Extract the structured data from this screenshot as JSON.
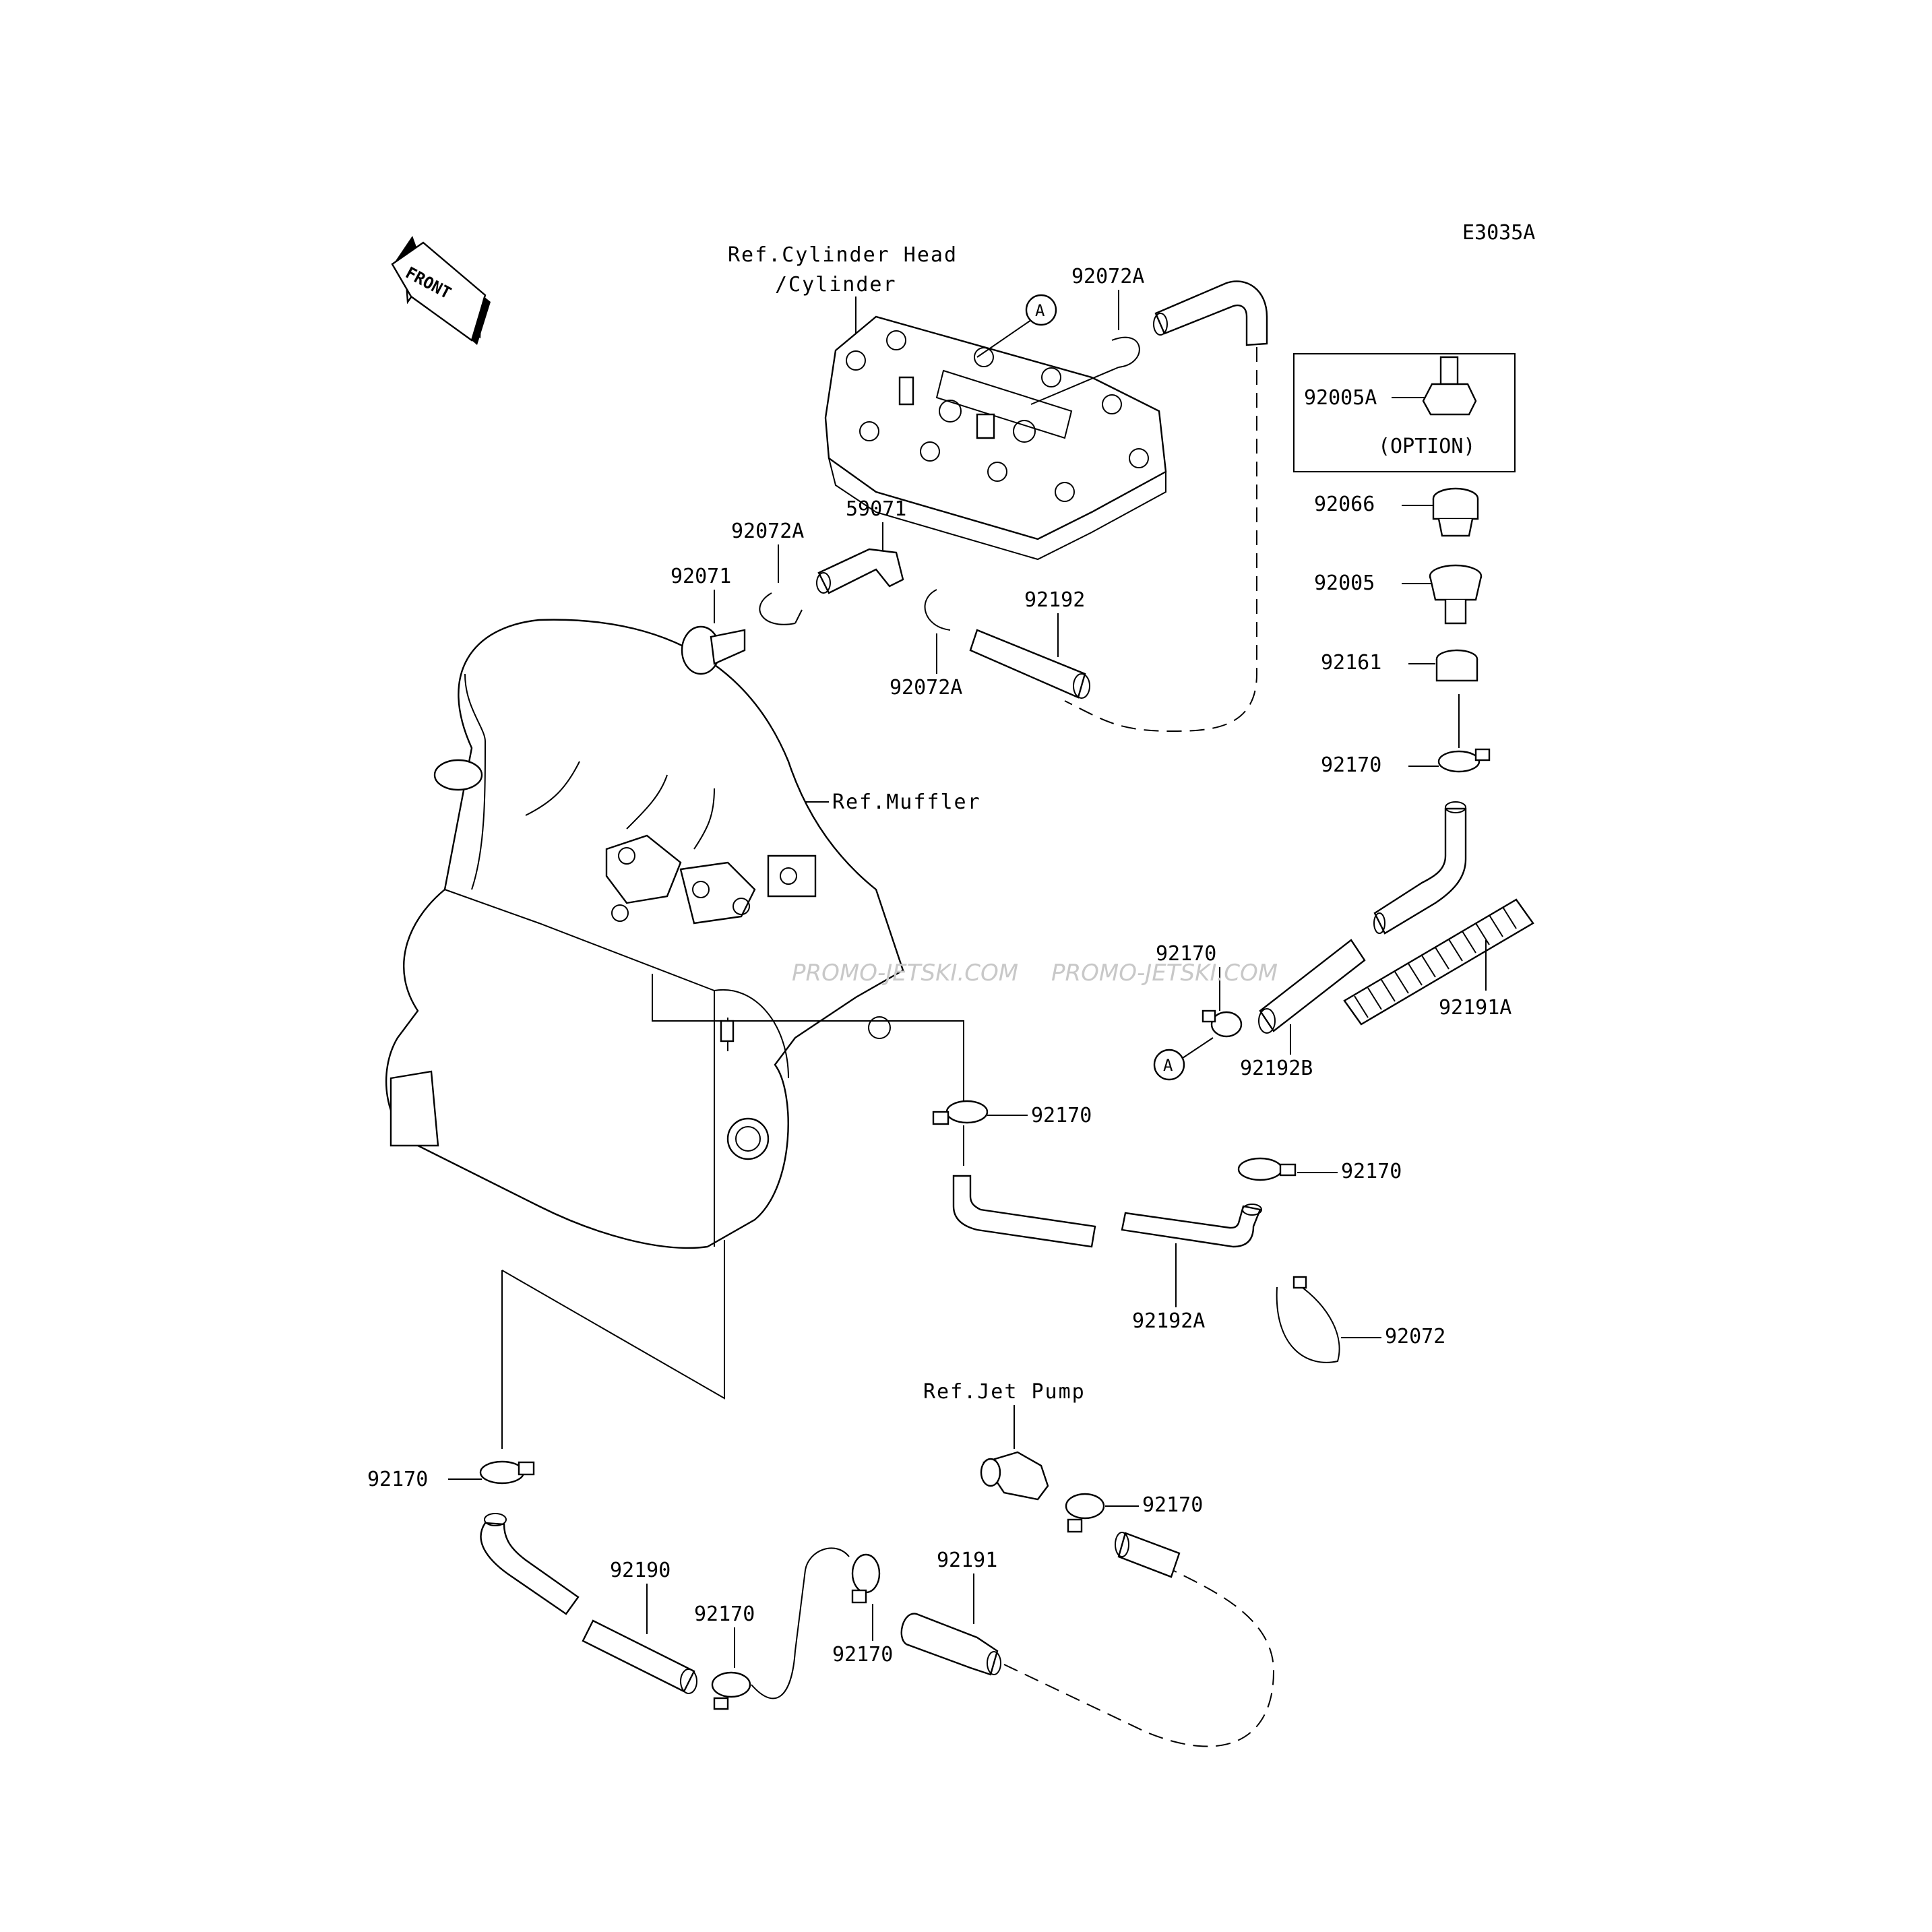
{
  "diagram_code": "E3035A",
  "front_label": "FRONT",
  "references": {
    "cylinder_head_line1": "Ref.Cylinder Head",
    "cylinder_head_line2": "/Cylinder",
    "muffler": "Ref.Muffler",
    "jet_pump": "Ref.Jet Pump"
  },
  "option_box": {
    "part": "92005A",
    "note": "(OPTION)"
  },
  "watermark": "PROMO-JETSKI.COM",
  "callout_marker": "A",
  "parts": {
    "p92072A_top": "92072A",
    "p59071": "59071",
    "p92072A_left": "92072A",
    "p92071": "92071",
    "p92072A_mid": "92072A",
    "p92192": "92192",
    "p92066": "92066",
    "p92005": "92005",
    "p92161": "92161",
    "p92170_right": "92170",
    "p92170_mid": "92170",
    "p92192B": "92192B",
    "p92191A": "92191A",
    "p92170_center": "92170",
    "p92170_far_right": "92170",
    "p92192A": "92192A",
    "p92072": "92072",
    "p92170_bottom_left": "92170",
    "p92190": "92190",
    "p92170_bottom_mid": "92170",
    "p92170_bottom_mid2": "92170",
    "p92191": "92191",
    "p92170_jetpump": "92170"
  }
}
